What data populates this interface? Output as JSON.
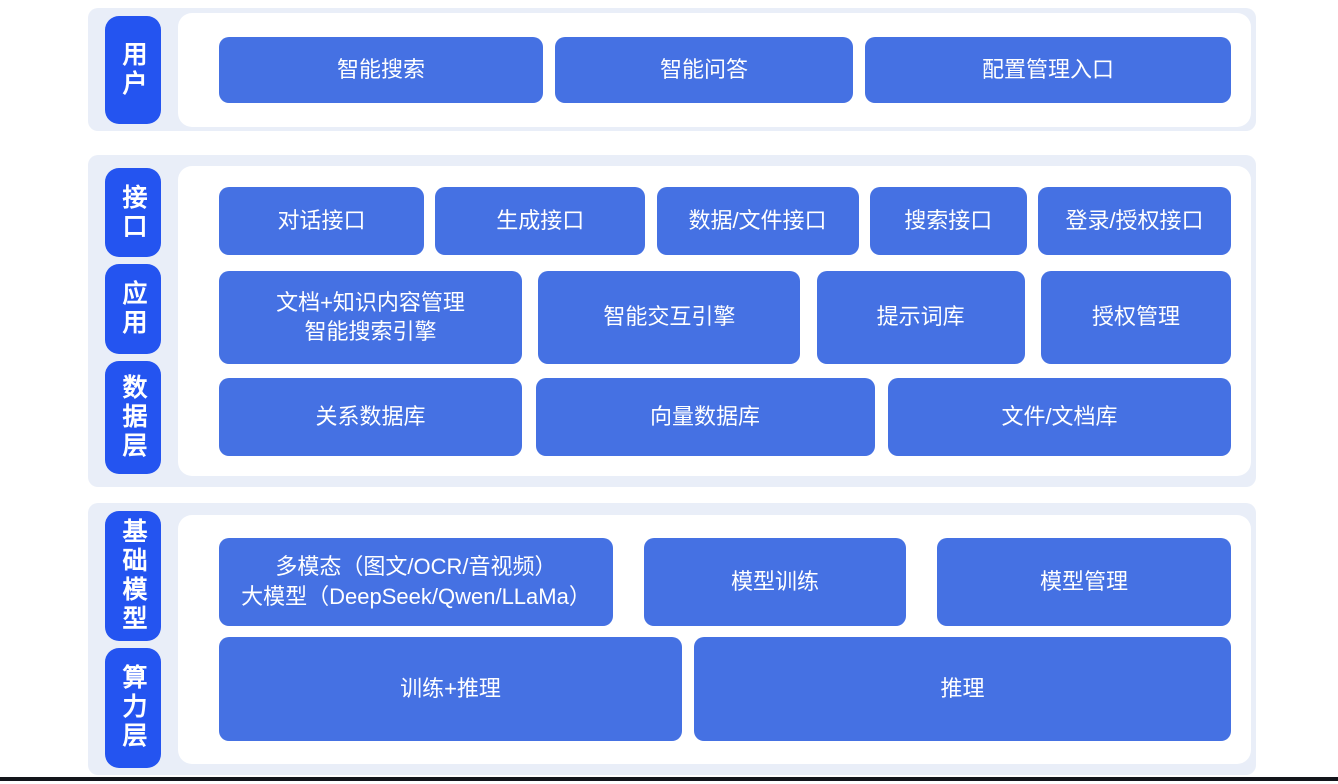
{
  "colors": {
    "section_background": "#e9eef8",
    "tag_blue": "#2454f0",
    "block_blue": "#4571e3",
    "panel_background": "#ffffff",
    "text_white": "#ffffff",
    "bottom_divider": "#13151b"
  },
  "sections": [
    {
      "name": "user-layer",
      "tags": [
        {
          "label": "用户"
        }
      ],
      "rows": [
        {
          "buttons": [
            {
              "label": "智能搜索"
            },
            {
              "label": "智能问答"
            },
            {
              "label": "配置管理入口"
            }
          ]
        }
      ]
    },
    {
      "name": "interface-application-data-layers",
      "tags": [
        {
          "label": "接口"
        },
        {
          "label": "应用"
        },
        {
          "label": "数据层"
        }
      ],
      "rows": [
        {
          "buttons": [
            {
              "label": "对话接口"
            },
            {
              "label": "生成接口"
            },
            {
              "label": "数据/文件接口"
            },
            {
              "label": "搜索接口"
            },
            {
              "label": "登录/授权接口"
            }
          ]
        },
        {
          "buttons": [
            {
              "label": "文档+知识内容管理\n智能搜索引擎"
            },
            {
              "label": "智能交互引擎"
            },
            {
              "label": "提示词库"
            },
            {
              "label": "授权管理"
            }
          ]
        },
        {
          "buttons": [
            {
              "label": "关系数据库"
            },
            {
              "label": "向量数据库"
            },
            {
              "label": "文件/文档库"
            }
          ]
        }
      ]
    },
    {
      "name": "foundation-model-compute-layers",
      "tags": [
        {
          "label": "基础模型"
        },
        {
          "label": "算力层"
        }
      ],
      "rows": [
        {
          "buttons": [
            {
              "label": "多模态（图文/OCR/音视频）\n大模型（DeepSeek/Qwen/LLaMa）"
            },
            {
              "label": "模型训练"
            },
            {
              "label": "模型管理"
            }
          ]
        },
        {
          "buttons": [
            {
              "label": "训练+推理"
            },
            {
              "label": "推理"
            }
          ]
        }
      ]
    }
  ]
}
